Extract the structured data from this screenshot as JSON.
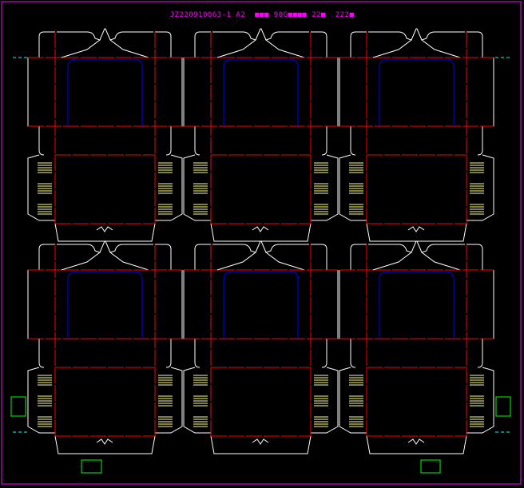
{
  "title": "JZ220910063-1 A2  ■■■ 90G■■■■ 22■  222■",
  "colors": {
    "background": "#000000",
    "frame": "#ff00ff",
    "title": "#ff00ff",
    "cut_line": "#ffffff",
    "fold_line": "#ff0000",
    "window_line": "#0000ff",
    "hatch": "#ffff80",
    "marker": "#00ff00",
    "edge_mark": "#00ffff"
  },
  "layout": {
    "rows": 2,
    "columns": 3
  }
}
